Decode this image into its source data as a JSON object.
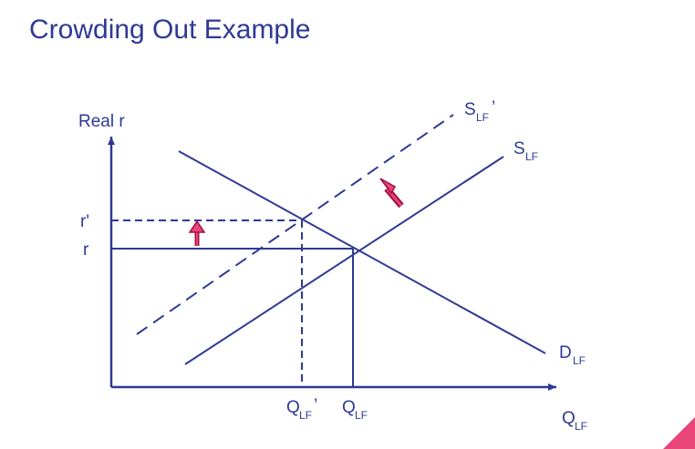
{
  "slide": {
    "title": "Crowding Out Example",
    "accent_color": "#e8457a"
  },
  "diagram": {
    "line_color": "#2e3a94",
    "arrow_color": "#c21a55",
    "y_axis_label": "Real r",
    "x_axis_label": {
      "main": "Q",
      "sub": "LF"
    },
    "r_label": "r",
    "r_prime_label": "r'",
    "q_label": {
      "main": "Q",
      "sub": "LF"
    },
    "q_prime_label": {
      "main": "Q",
      "sub": "LF",
      "prime": "’"
    },
    "supply_label": {
      "main": "S",
      "sub": "LF"
    },
    "supply_shifted_label": {
      "main": "S",
      "sub": "LF",
      "prime": "’"
    },
    "demand_label": {
      "main": "D",
      "sub": "LF"
    }
  }
}
